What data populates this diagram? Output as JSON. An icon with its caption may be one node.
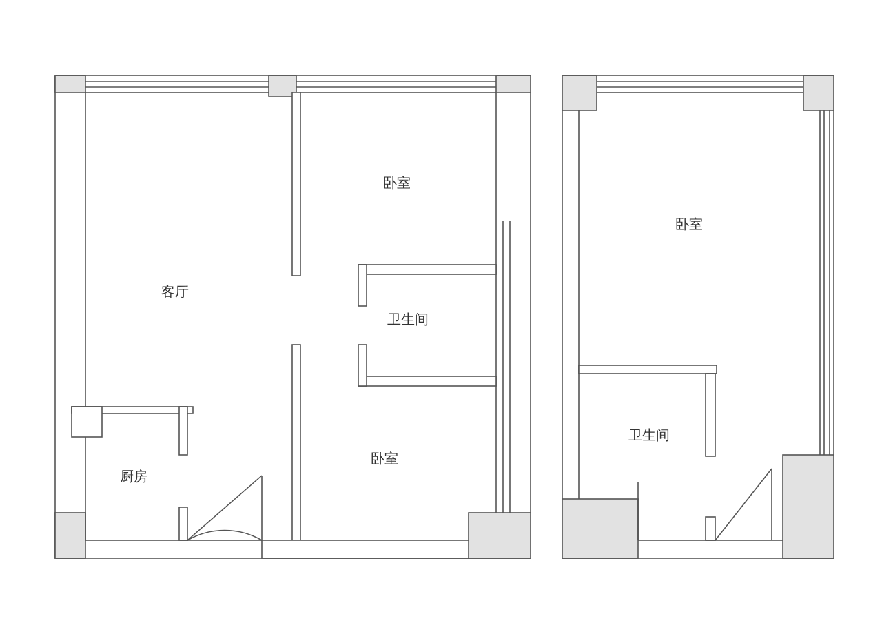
{
  "diagram": {
    "labels": [
      "卧室",
      "客厅",
      "卫生间",
      "卧室",
      "厨房",
      "卧室",
      "卫生间"
    ]
  }
}
